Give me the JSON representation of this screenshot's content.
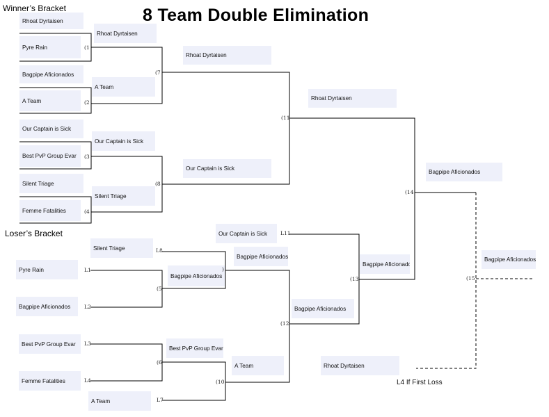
{
  "title": "8 Team Double Elimination",
  "winners_label": "Winner’s Bracket",
  "losers_label": "Loser’s Bracket",
  "footnote": "L4 If First Loss",
  "teams": {
    "w_r1_1": "Rhoat Dyrtaisen",
    "w_r1_2": "Pyre Rain",
    "w_r1_3": "Bagpipe Aficionados",
    "w_r1_4": "A Team",
    "w_r1_5": "Our Captain is Sick",
    "w_r1_6": "Best PvP Group Evar",
    "w_r1_7": "Silent Triage",
    "w_r1_8": "Femme Fatalities",
    "w_r2_1": "Rhoat Dyrtaisen",
    "w_r2_2": "A Team",
    "w_r2_3": "Our Captain is Sick",
    "w_r2_4": "Silent Triage",
    "w_r3_1": "Rhoat Dyrtaisen",
    "w_r3_2": "Our Captain is Sick",
    "w_r4_1": "Rhoat Dyrtaisen",
    "gf_top": "Bagpipe Aficionados",
    "champion": "Bagpipe Aficionados",
    "l_r1_1": "Pyre Rain",
    "l_r1_2": "Bagpipe Aficionados",
    "l_r1_3": "Best PvP Group Evar",
    "l_r1_4": "Femme Fatalities",
    "l_drop_l8": "Silent Triage",
    "l_drop_l7": "A Team",
    "l_r2_1": "Bagpipe Aficionados",
    "l_r2_2": "Best PvP Group Evar",
    "l_drop_l11": "Our Captain is Sick",
    "l_r3_1": "Bagpipe Aficionados",
    "l_r3_2": "A Team",
    "l_r4_1": "Bagpipe Aficionados",
    "l_final": "Bagpipe Aficionado",
    "gf_bottom": "Rhoat Dyrtaisen"
  },
  "games": {
    "g1": "(1",
    "g2": "(2",
    "g3": "(3",
    "g4": "(4",
    "g5": "(5",
    "g6": "(6",
    "g7": "(7",
    "g8": "(8",
    "g10": "(10",
    "g11": "(11",
    "g12": "(12",
    "g13": "(13",
    "g14": "(14",
    "g15": "(15",
    "g_close": ")"
  },
  "loser_refs": {
    "l1": "L1",
    "l2": "L2",
    "l3": "L3",
    "l4": "L4",
    "l7": "L7",
    "l8": "L8",
    "l11": "L11"
  }
}
